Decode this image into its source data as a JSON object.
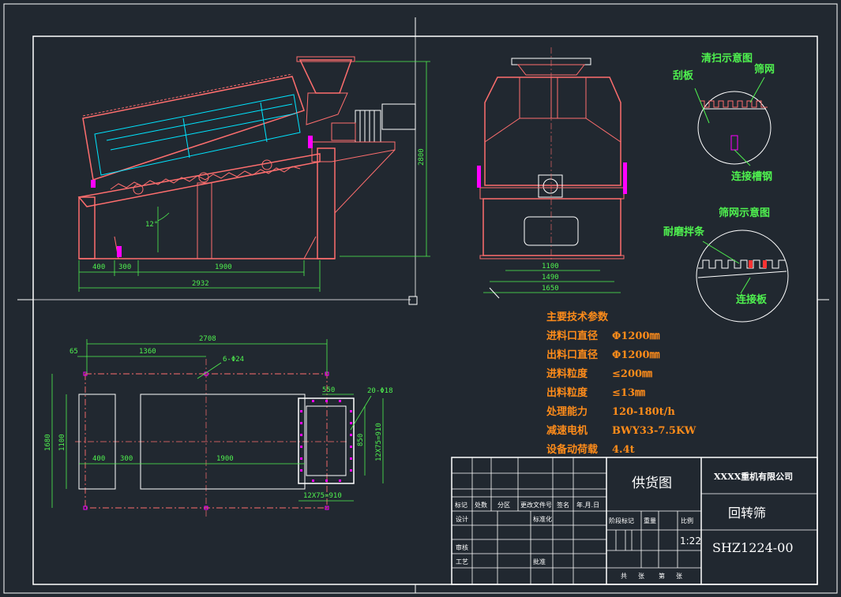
{
  "colors": {
    "background": "#212830",
    "frame": "#ffffff",
    "structure": "#ff6e6e",
    "screen": "#00e5ff",
    "dimension": "#4ff24f",
    "spec_text": "#ff8c1a",
    "hardware": "#ff00ff"
  },
  "side_view": {
    "dims_bottom": [
      "400",
      "300",
      "1900"
    ],
    "dim_total": "2932",
    "dim_height": "2800",
    "angle": "12°"
  },
  "front_view": {
    "dims": [
      "1100",
      "1490",
      "1650"
    ]
  },
  "plan_view": {
    "dim_top_total": "2708",
    "dim_left_offset": "65",
    "dim_span": "1360",
    "bolt_note": "6-Φ24",
    "dim_outlet": "550",
    "outlet_holes": "20-Φ18",
    "dim_bottom": [
      "400",
      "300",
      "1900"
    ],
    "dim_left_outer": "1680",
    "dim_left_inner": "1100",
    "dim_outlet_inner_v": "850",
    "dim_outlet_bolt_v": "12X75=910",
    "dim_outlet_bolt_h": "12X75=910"
  },
  "details": {
    "sweep_title": "清扫示意图",
    "sweep_scraper": "刮板",
    "sweep_mesh": "筛网",
    "sweep_connect": "连接槽钢",
    "mesh_title": "筛网示意图",
    "mesh_strip": "耐磨拌条",
    "mesh_plate": "连接板"
  },
  "specs": {
    "title": "主要技术参数",
    "rows": [
      {
        "label": "进料口直径",
        "value": "Φ1200㎜"
      },
      {
        "label": "出料口直径",
        "value": "Φ1200㎜"
      },
      {
        "label": "进料粒度",
        "value": "≤200㎜"
      },
      {
        "label": "出料粒度",
        "value": "≤13㎜"
      },
      {
        "label": "处理能力",
        "value": "120-180t/h"
      },
      {
        "label": "减速电机",
        "value": "BWY33-7.5KW"
      },
      {
        "label": "设备动荷载",
        "value": "4.4t"
      }
    ]
  },
  "title_block": {
    "drawing_type": "供货图",
    "company": "XXXX重机有限公司",
    "product": "回转筛",
    "drawing_no": "SHZ1224-00",
    "scale": "1:22",
    "row_labels": [
      "标记",
      "处数",
      "分区",
      "更改文件号",
      "签名",
      "年.月.日"
    ],
    "side_labels": [
      "设计",
      "标准化",
      "审核",
      "工艺",
      "批准"
    ],
    "stage_labels": [
      "阶段标记",
      "重量",
      "比例"
    ],
    "sheet_labels": [
      "共",
      "张",
      "第",
      "张"
    ]
  }
}
